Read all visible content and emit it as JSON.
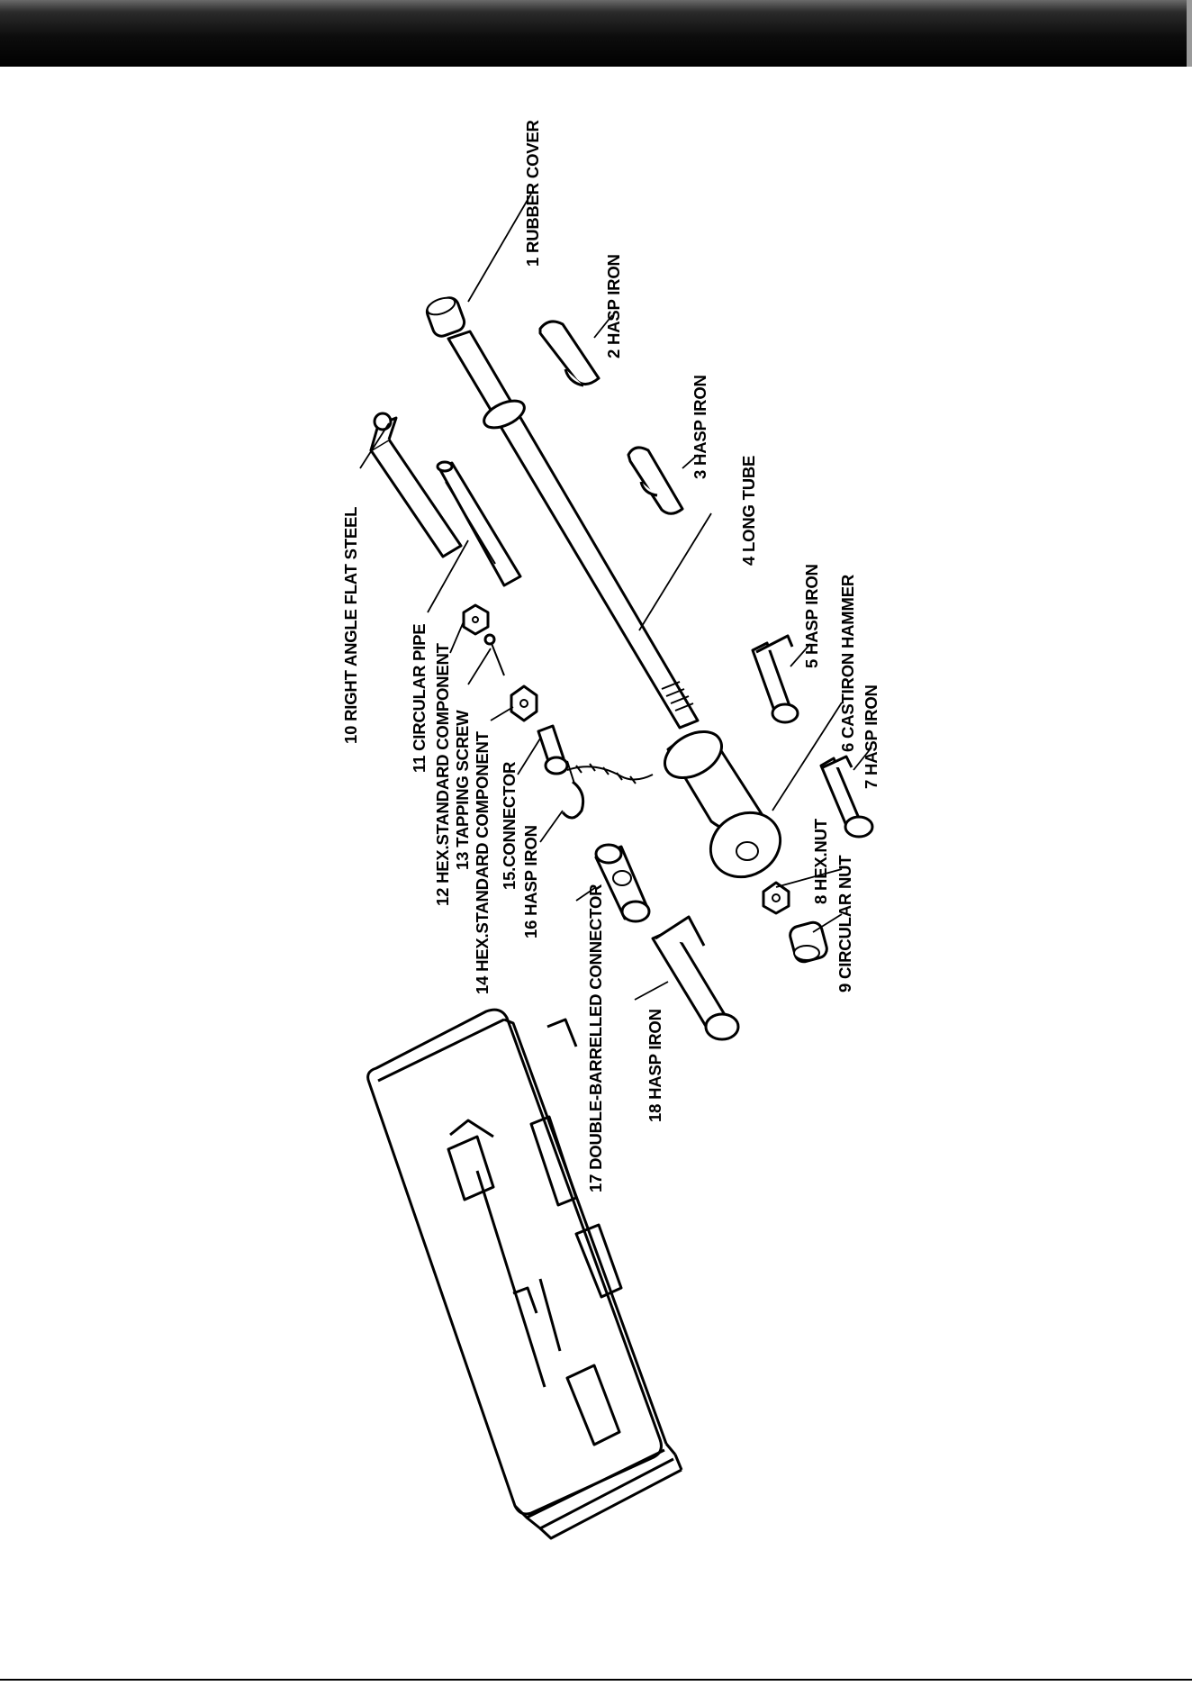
{
  "header": {
    "bar_color": "#000000"
  },
  "parts": [
    {
      "id": 1,
      "label": "1 RUBBER COVER"
    },
    {
      "id": 2,
      "label": "2 HASP IRON"
    },
    {
      "id": 3,
      "label": "3 HASP IRON"
    },
    {
      "id": 4,
      "label": "4 LONG TUBE"
    },
    {
      "id": 5,
      "label": "5 HASP IRON"
    },
    {
      "id": 6,
      "label": "6 CASTIRON HAMMER"
    },
    {
      "id": 7,
      "label": "7 HASP IRON"
    },
    {
      "id": 8,
      "label": "8 HEX.NUT"
    },
    {
      "id": 9,
      "label": "9 CIRCULAR NUT"
    },
    {
      "id": 10,
      "label": "10 RIGHT ANGLE FLAT STEEL"
    },
    {
      "id": 11,
      "label": "11 CIRCULAR PIPE"
    },
    {
      "id": 12,
      "label": "12 HEX.STANDARD COMPONENT"
    },
    {
      "id": 13,
      "label": "13 TAPPING SCREW"
    },
    {
      "id": 14,
      "label": "14 HEX.STANDARD COMPONENT"
    },
    {
      "id": 15,
      "label": "15.CONNECTOR"
    },
    {
      "id": 16,
      "label": "16 HASP IRON"
    },
    {
      "id": 17,
      "label": "17 DOUBLE-BARRELLED CONNECTOR"
    },
    {
      "id": 18,
      "label": "18 HASP IRON"
    }
  ]
}
